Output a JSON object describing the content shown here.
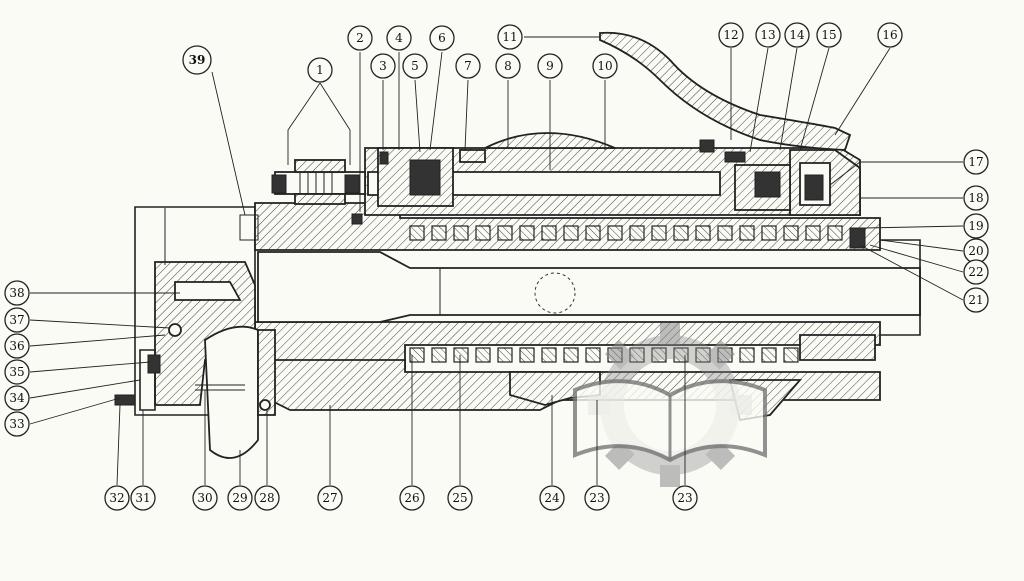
{
  "callouts": [
    {
      "id": "c1",
      "text": "1"
    },
    {
      "id": "c2",
      "text": "2"
    },
    {
      "id": "c3",
      "text": "3"
    },
    {
      "id": "c4",
      "text": "4"
    },
    {
      "id": "c5",
      "text": "5"
    },
    {
      "id": "c6",
      "text": "6"
    },
    {
      "id": "c7",
      "text": "7"
    },
    {
      "id": "c8",
      "text": "8"
    },
    {
      "id": "c9",
      "text": "9"
    },
    {
      "id": "c10",
      "text": "10"
    },
    {
      "id": "c11",
      "text": "11"
    },
    {
      "id": "c12",
      "text": "12"
    },
    {
      "id": "c13",
      "text": "13"
    },
    {
      "id": "c14",
      "text": "14"
    },
    {
      "id": "c15",
      "text": "15"
    },
    {
      "id": "c16",
      "text": "16"
    },
    {
      "id": "c17",
      "text": "17"
    },
    {
      "id": "c18",
      "text": "18"
    },
    {
      "id": "c19",
      "text": "19"
    },
    {
      "id": "c20",
      "text": "20"
    },
    {
      "id": "c21",
      "text": "21"
    },
    {
      "id": "c22",
      "text": "22"
    },
    {
      "id": "c23a",
      "text": "23"
    },
    {
      "id": "c23b",
      "text": "23"
    },
    {
      "id": "c24",
      "text": "24"
    },
    {
      "id": "c25",
      "text": "25"
    },
    {
      "id": "c26",
      "text": "26"
    },
    {
      "id": "c27",
      "text": "27"
    },
    {
      "id": "c28",
      "text": "28"
    },
    {
      "id": "c29",
      "text": "29"
    },
    {
      "id": "c30",
      "text": "30"
    },
    {
      "id": "c31",
      "text": "31"
    },
    {
      "id": "c32",
      "text": "32"
    },
    {
      "id": "c33",
      "text": "33"
    },
    {
      "id": "c34",
      "text": "34"
    },
    {
      "id": "c35",
      "text": "35"
    },
    {
      "id": "c36",
      "text": "36"
    },
    {
      "id": "c37",
      "text": "37"
    },
    {
      "id": "c38",
      "text": "38"
    },
    {
      "id": "c39",
      "text": "39"
    }
  ],
  "watermark": {
    "icon": "gear-book-icon"
  }
}
